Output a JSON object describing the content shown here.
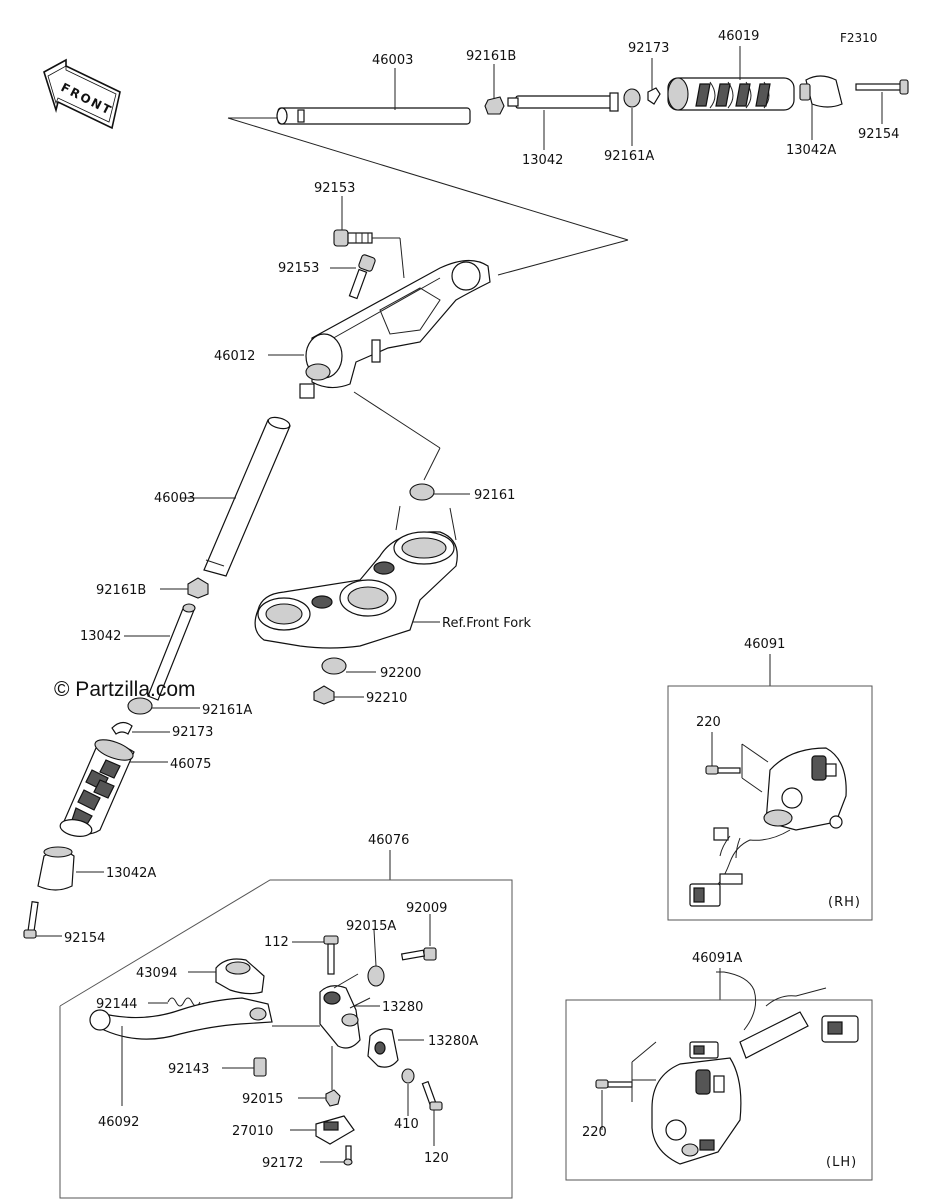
{
  "figure_code": "F2310",
  "watermark": "© Partzilla.com",
  "front_arrow": "FRONT",
  "notes": {
    "ref_front_fork": "Ref.Front Fork",
    "rh": "(RH)",
    "lh": "(LH)"
  },
  "parts": {
    "top_46003": "46003",
    "top_92161B": "92161B",
    "top_92173": "92173",
    "top_46019": "46019",
    "top_13042": "13042",
    "top_92161A": "92161A",
    "top_13042A": "13042A",
    "top_92154": "92154",
    "p92153_a": "92153",
    "p92153_b": "92153",
    "p46012": "46012",
    "p46003": "46003",
    "p92161": "92161",
    "p92161B": "92161B",
    "p13042": "13042",
    "p92200": "92200",
    "p92210": "92210",
    "p92161A": "92161A",
    "p92173": "92173",
    "p46075": "46075",
    "p13042A": "13042A",
    "p92154": "92154",
    "p46091": "46091",
    "p220_rh": "220",
    "p46076": "46076",
    "p112": "112",
    "p92015A": "92015A",
    "p92009": "92009",
    "p43094": "43094",
    "p13280": "13280",
    "p92144": "92144",
    "p13280A": "13280A",
    "p92143": "92143",
    "p46092": "46092",
    "p92015": "92015",
    "p410": "410",
    "p27010": "27010",
    "p120": "120",
    "p92172": "92172",
    "p46091A": "46091A",
    "p220_lh": "220"
  }
}
